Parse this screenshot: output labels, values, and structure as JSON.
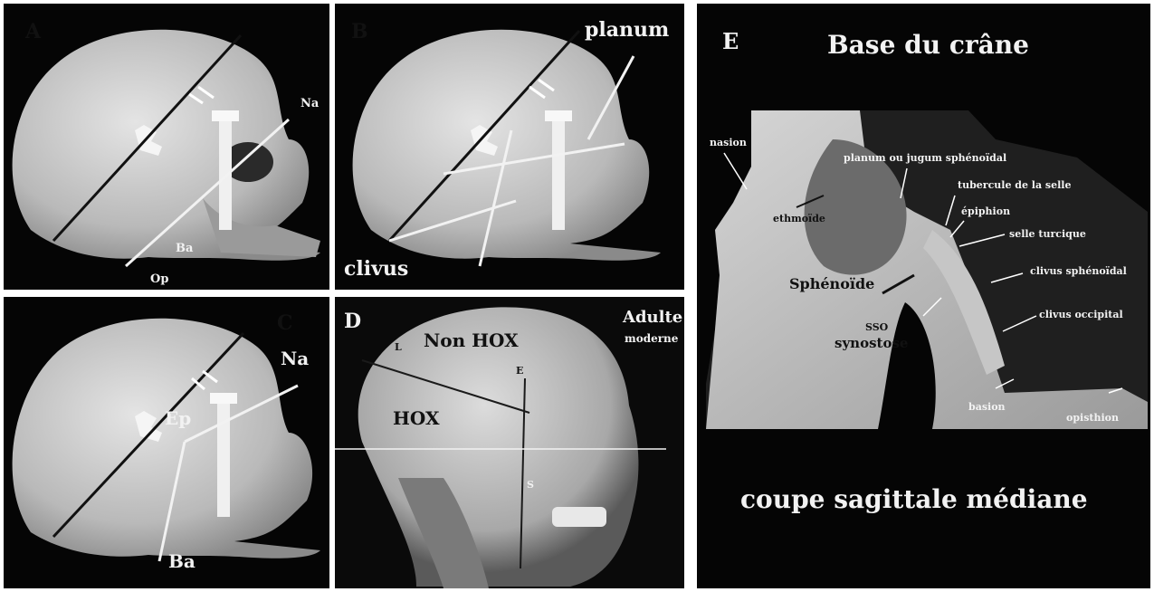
{
  "colors": {
    "background": "#000000",
    "bone": "#d8d8d8",
    "text": "#f2f2f2",
    "separator": "#ffffff"
  },
  "panel_a": {
    "letter": "A",
    "landmarks": {
      "na": "Na",
      "ba": "Ba",
      "op": "Op"
    }
  },
  "panel_b": {
    "letter": "B",
    "planum": "planum",
    "clivus": "clivus"
  },
  "panel_c": {
    "letter": "C",
    "landmarks": {
      "na": "Na",
      "ep": "Ep",
      "ba": "Ba"
    }
  },
  "panel_d": {
    "letter": "D",
    "adulte": "Adulte",
    "moderne": "moderne",
    "non_hox": "Non HOX",
    "hox": "HOX",
    "point_l": "L",
    "point_e": "E",
    "point_s": "S"
  },
  "panel_e": {
    "letter": "E",
    "title": "Base du crâne",
    "subtitle": "coupe sagittale médiane",
    "labels": {
      "nasion": "nasion",
      "planum": "planum ou jugum sphénoïdal",
      "tubercule": "tubercule de la selle",
      "epiphion": "épiphion",
      "selle": "selle turcique",
      "ethmoide": "ethmoïde",
      "clivus_sph": "clivus sphénoïdal",
      "sphenoide": "Sphénoïde",
      "sso": "SSO",
      "synostose": "synostose",
      "clivus_occ": "clivus occipital",
      "basion": "basion",
      "opisthion": "opisthion"
    }
  }
}
